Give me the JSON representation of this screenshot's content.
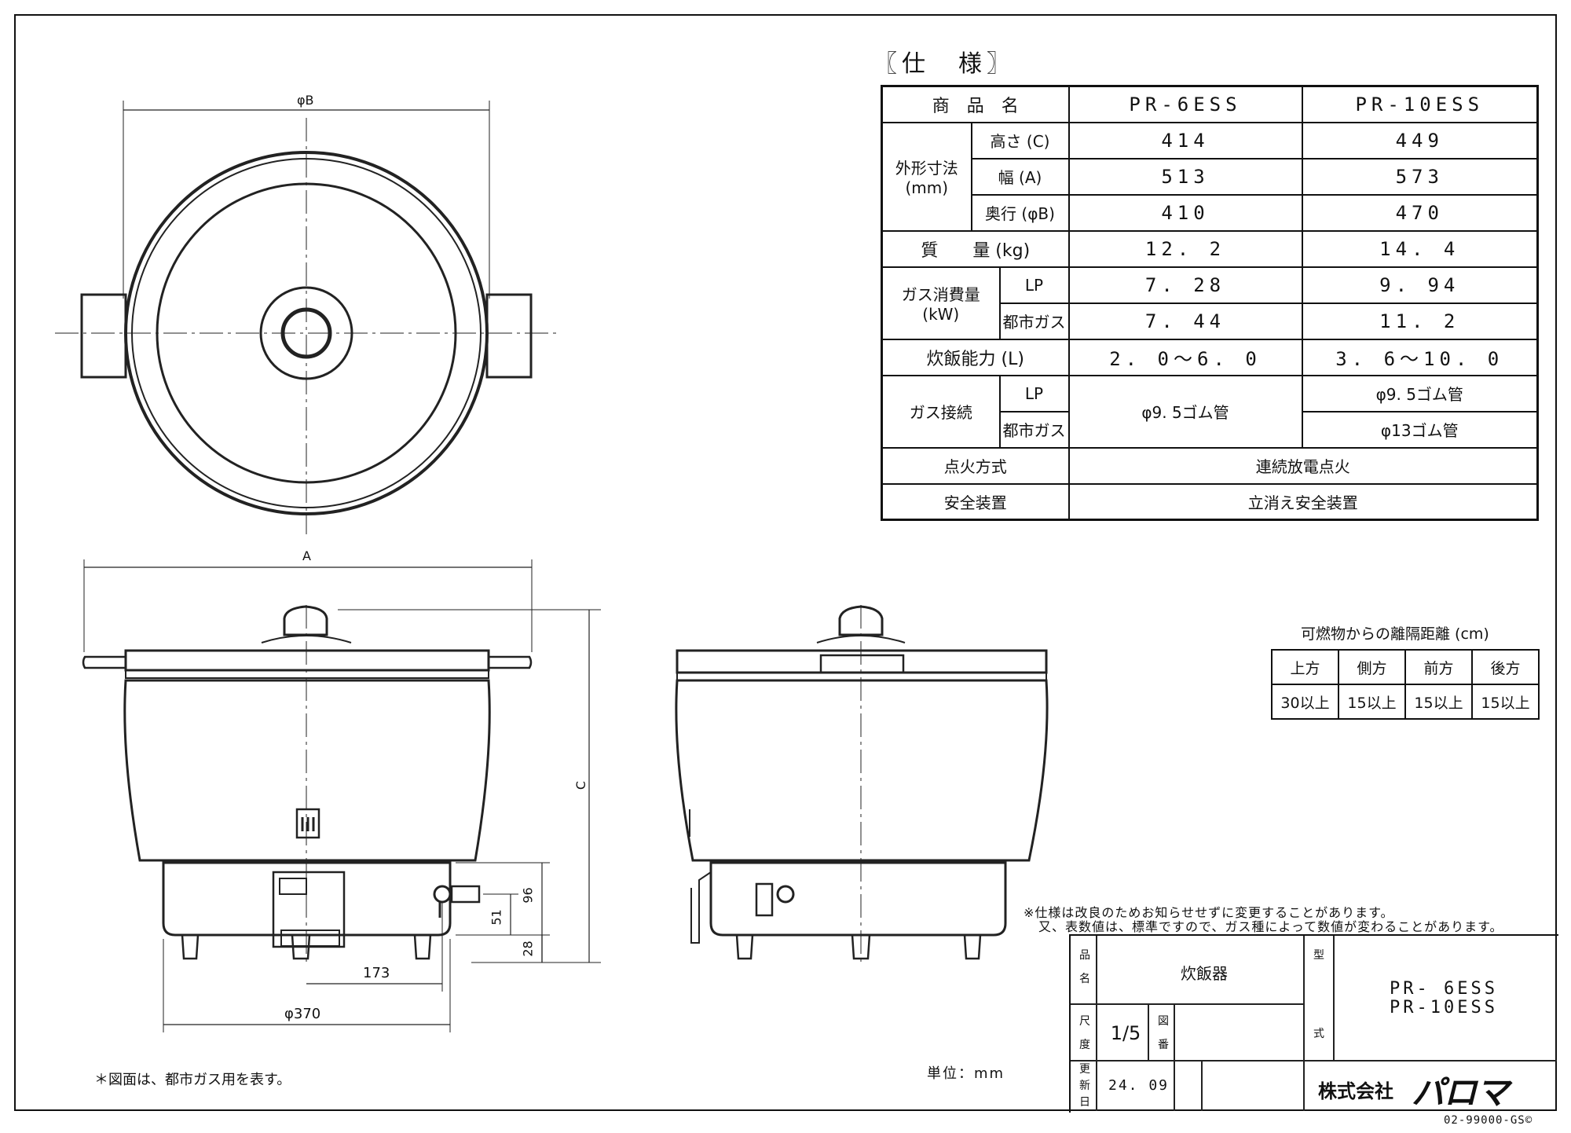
{
  "spec": {
    "title": "〖仕　様〗",
    "header": {
      "label": "商　品　名",
      "models": [
        "PR-6ESS",
        "PR-10ESS"
      ]
    },
    "dims": {
      "group_label_1": "外形寸法",
      "group_label_2": "(mm)",
      "rows": [
        {
          "label": "高さ (C)",
          "v1": "414",
          "v2": "449"
        },
        {
          "label": "幅 (A)",
          "v1": "513",
          "v2": "573"
        },
        {
          "label": "奥行 (φB)",
          "v1": "410",
          "v2": "470"
        }
      ]
    },
    "mass": {
      "label": "質　　量 (kg)",
      "v1": "12. 2",
      "v2": "14. 4"
    },
    "gas": {
      "group_label_1": "ガス消費量",
      "group_label_2": "(kW)",
      "rows": [
        {
          "label": "LP",
          "v1": "7. 28",
          "v2": "9. 94"
        },
        {
          "label": "都市ガス",
          "v1": "7. 44",
          "v2": "11. 2"
        }
      ]
    },
    "capacity": {
      "label": "炊飯能力 (L)",
      "v1": "2. 0〜6. 0",
      "v2": "3. 6〜10. 0"
    },
    "connection": {
      "group_label": "ガス接続",
      "lp_label": "LP",
      "city_label": "都市ガス",
      "v1": "φ9. 5ゴム管",
      "v2_lp": "φ9. 5ゴム管",
      "v2_city": "φ13ゴム管"
    },
    "ignition": {
      "label": "点火方式",
      "value": "連続放電点火"
    },
    "safety": {
      "label": "安全装置",
      "value": "立消え安全装置"
    }
  },
  "clearance": {
    "title": "可燃物からの離隔距離 (cm)",
    "headers": [
      "上方",
      "側方",
      "前方",
      "後方"
    ],
    "values": [
      "30以上",
      "15以上",
      "15以上",
      "15以上"
    ]
  },
  "drawing": {
    "labels": {
      "phiB": "φB",
      "A": "A",
      "C": "C",
      "d96": "96",
      "d51": "51",
      "d28": "28",
      "d173": "173",
      "phi370": "φ370"
    }
  },
  "notes": {
    "spec_note_1": "※仕様は改良のためお知らせせずに変更することがあります。",
    "spec_note_2": "又、表数値は、標準ですので、ガス種によって数値が変わることがあります。",
    "figure_note": "＊図面は、都市ガス用を表す。",
    "unit": "単位：mm"
  },
  "title_block": {
    "name_label_1": "品",
    "name_label_2": "名",
    "product_name": "炊飯器",
    "type_label_1": "型",
    "type_label_2": "式",
    "model_1": "PR- 6ESS",
    "model_2": "PR-10ESS",
    "scale_label_1": "尺",
    "scale_label_2": "度",
    "scale": "1/5",
    "drawing_no_label_1": "図",
    "drawing_no_label_2": "番",
    "rev_label_1": "更",
    "rev_label_2": "新",
    "rev_label_3": "日",
    "revision_date": "24. 09",
    "company": "株式会社",
    "logo": "パロマ"
  },
  "doc_number": "02-99000-GS©"
}
